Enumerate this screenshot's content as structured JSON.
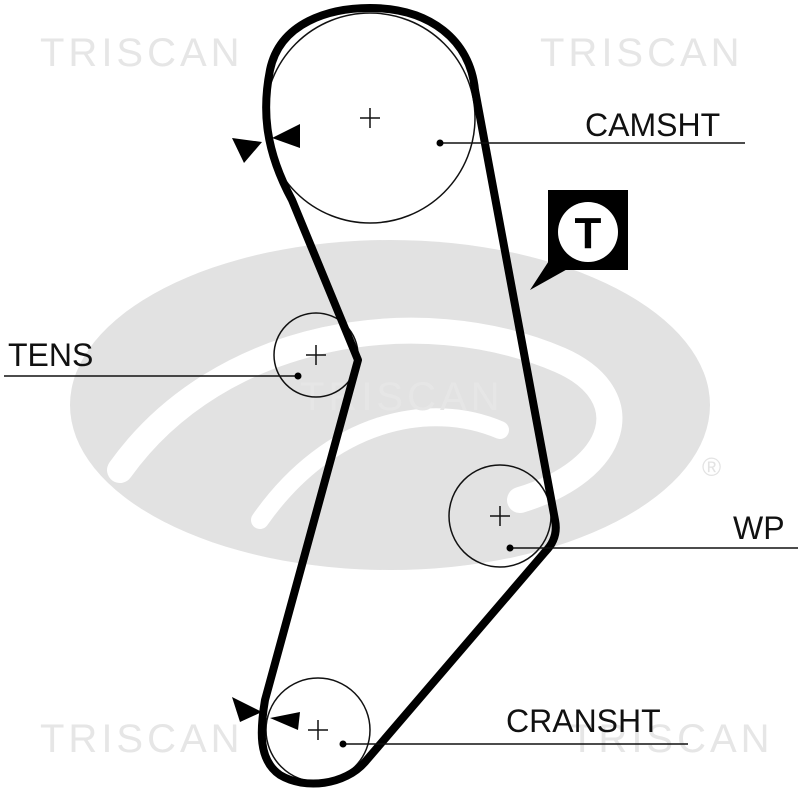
{
  "watermark": {
    "brand": "TRISCAN",
    "logo_mark": "Gates",
    "registered_symbol": "®"
  },
  "components": {
    "camshaft": {
      "label": "CAMSHT"
    },
    "tensioner": {
      "label": "TENS"
    },
    "water_pump": {
      "label": "WP"
    },
    "crankshaft": {
      "label": "CRANSHT"
    }
  },
  "tension_badge": {
    "letter": "T"
  },
  "colors": {
    "belt": "#000000",
    "pulley_outline": "#111111",
    "watermark": "#e6e6e6",
    "logo_mark": "#e2e2e2"
  }
}
